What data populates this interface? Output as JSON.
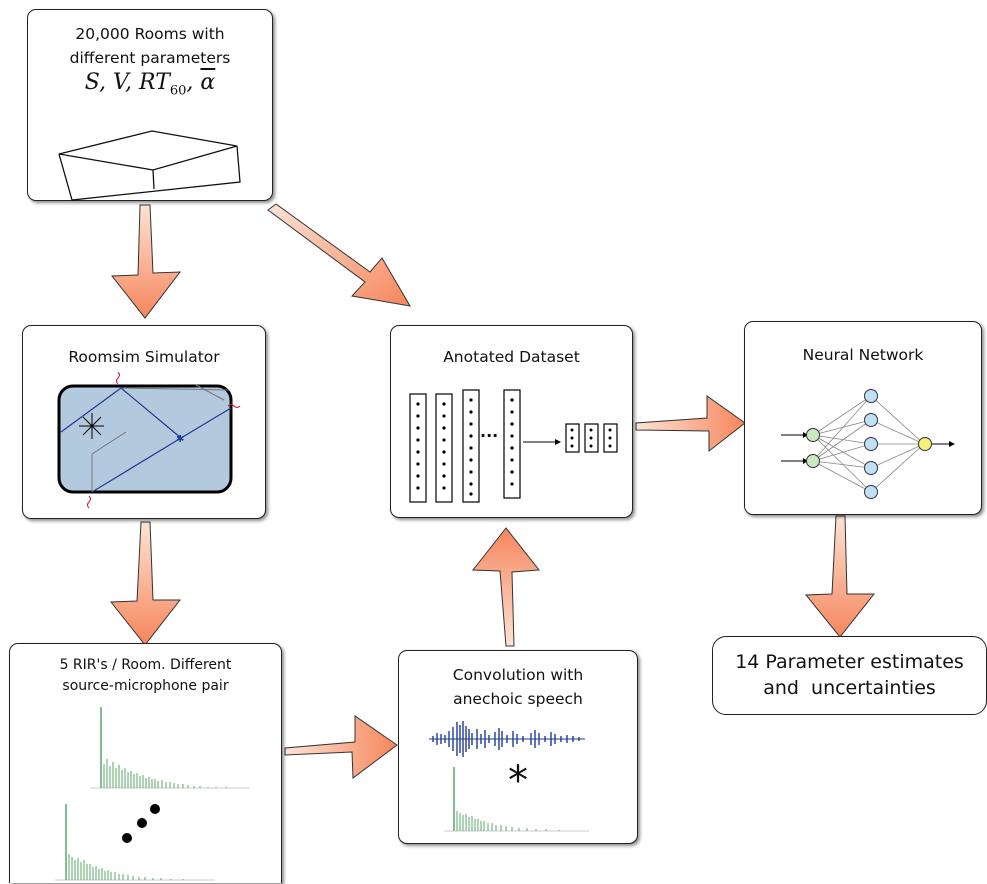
{
  "rooms": {
    "line1": "20,000 Rooms with",
    "line2": "different parameters",
    "params": "S, V, RT",
    "params_sub": "60",
    "params_tail": ", ",
    "alpha": "α"
  },
  "roomsim": {
    "title": "Roomsim Simulator"
  },
  "dataset": {
    "title": "Anotated Dataset",
    "dots": "···"
  },
  "nn": {
    "title": "Neural Network"
  },
  "rirs": {
    "line1": "5 RIR's / Room. Different",
    "line2": "source-microphone pair"
  },
  "conv": {
    "line1": "Convolution with",
    "line2": "anechoic speech",
    "op": "*"
  },
  "estimates": {
    "line1": "14 Parameter estimates",
    "line2": "and  uncertainties"
  },
  "colors": {
    "arrow_fill": "#f6865c",
    "arrow_light": "#fde3d6",
    "room_fill": "#b3c9de",
    "waveform": "#1f3a93",
    "rir_green": "#5aa86a",
    "nn_blue": "#bfe0f5",
    "nn_green": "#c9e8c0",
    "nn_yellow": "#f5f07a"
  }
}
